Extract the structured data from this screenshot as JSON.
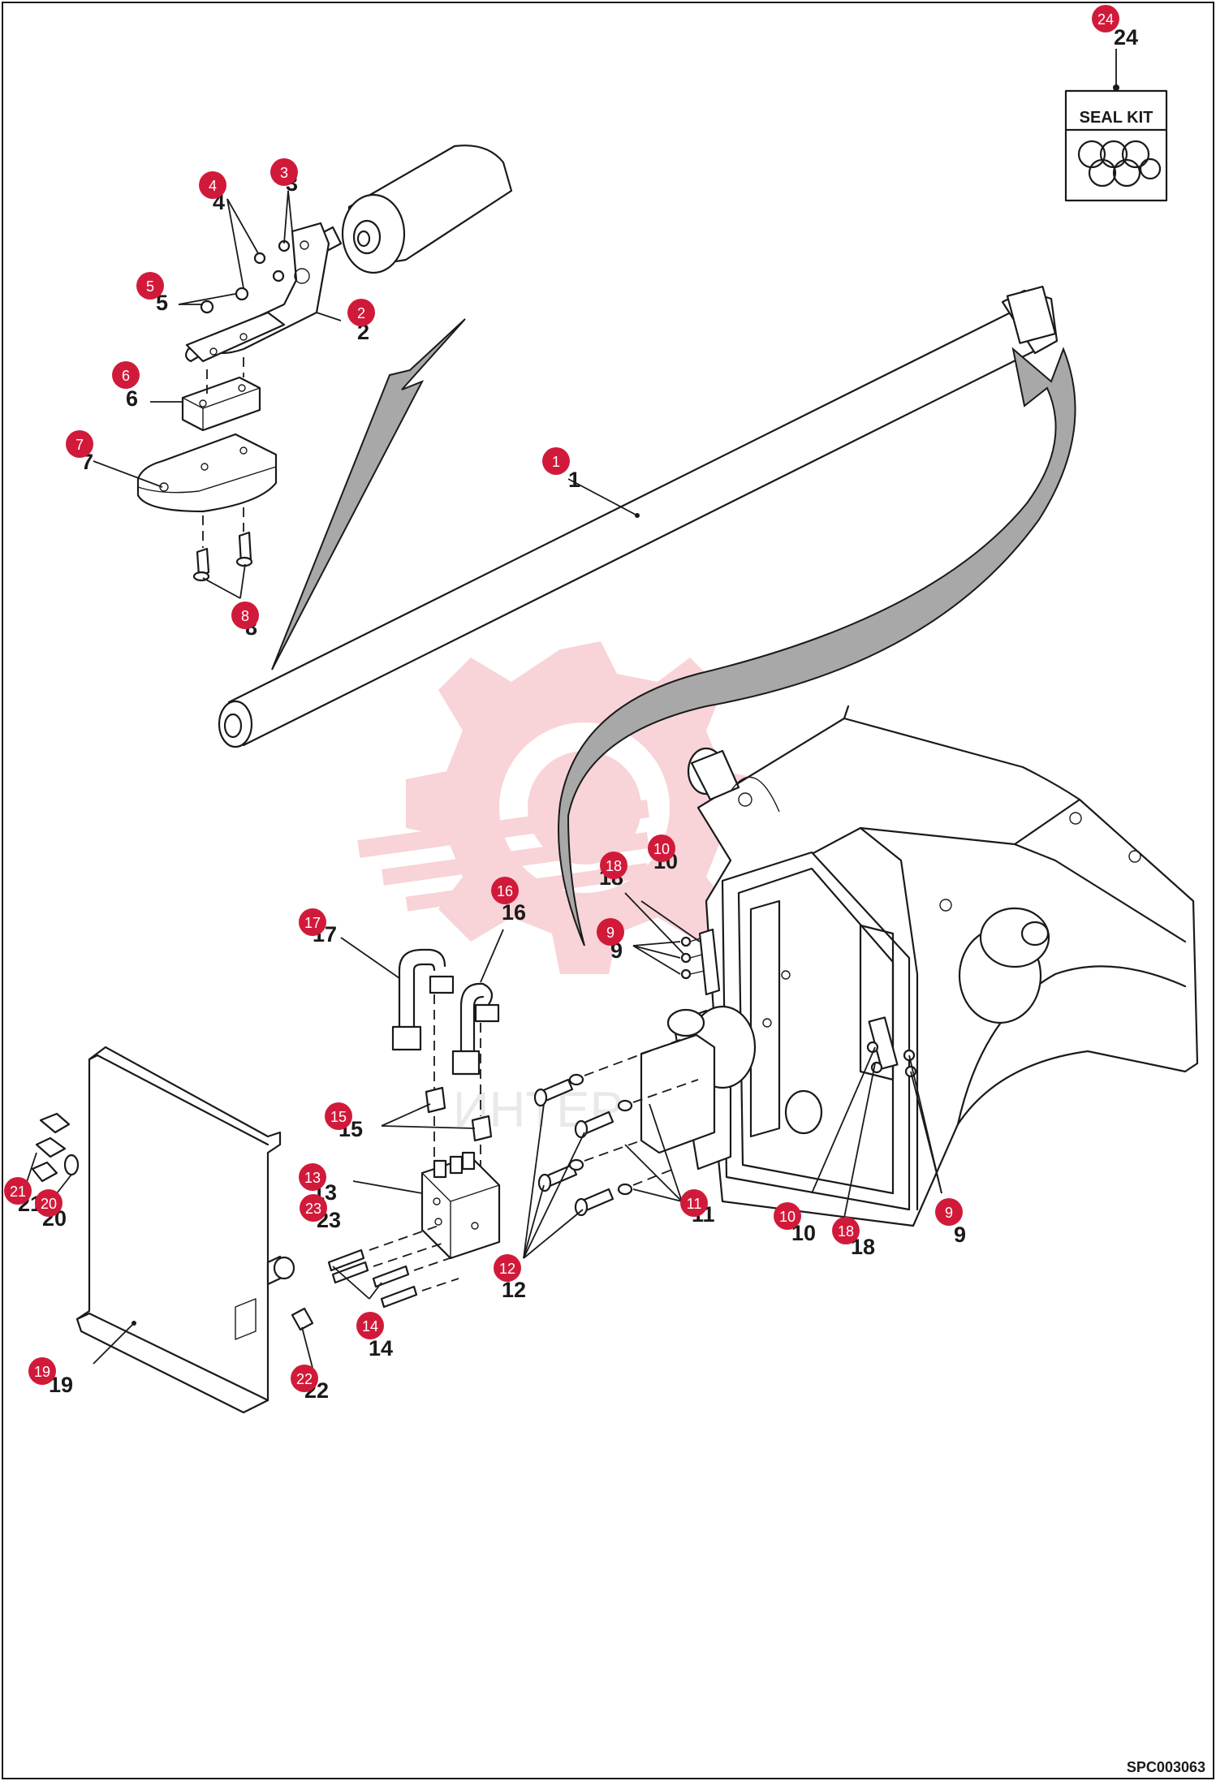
{
  "diagram": {
    "drawing_code": "SPC003063",
    "seal_kit_label": "SEAL KIT",
    "watermark_text": "ИНТЕР",
    "colors": {
      "badge": "#d11a3a",
      "line": "#1a1a1a",
      "watermark": "#f3b0b6"
    },
    "callouts": [
      "1",
      "2",
      "3",
      "4",
      "5",
      "6",
      "7",
      "8",
      "9",
      "10",
      "11",
      "12",
      "13",
      "14",
      "15",
      "16",
      "17",
      "18",
      "19",
      "20",
      "21",
      "22",
      "23",
      "24"
    ],
    "repeated_callouts": [
      "9",
      "10",
      "18"
    ]
  }
}
